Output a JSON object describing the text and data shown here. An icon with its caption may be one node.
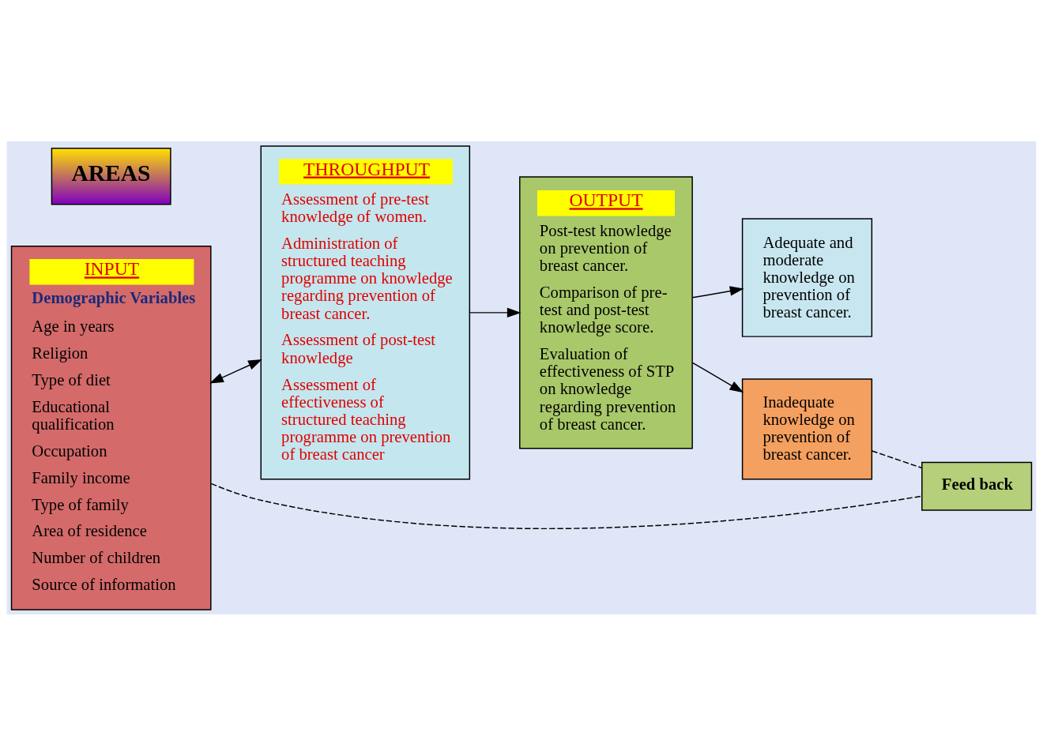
{
  "diagram": {
    "nodes": [
      {
        "text": [
          "INPUT",
          "Demographic Variables",
          "Age in years",
          "Religion",
          "Type of diet",
          "Educational qualification",
          "Occupation",
          "Family income",
          "Type of family",
          "Area of residence",
          "Number of children",
          "Source of information"
        ]
      },
      {
        "text": [
          "THROUGHPUT",
          "Assessment of pre-test knowledge of women.",
          "Administration of structured teaching programme on knowledge regarding prevention of breast cancer.",
          "Assessment of post-test knowledge",
          "Assessment of effectiveness of structured teaching programme on prevention of breast cancer"
        ]
      },
      {
        "text": [
          "OUTPUT",
          "Post-test knowledge on prevention of breast cancer.",
          "Comparison of pre-test and post-test knowledge score.",
          "Evaluation of effectiveness of STP on knowledge regarding prevention of breast cancer."
        ]
      },
      {
        "text": [
          "Adequate and moderate knowledge on prevention of breast cancer."
        ]
      },
      {
        "text": [
          "Inadequate knowledge on prevention of breast cancer."
        ]
      },
      {
        "text": [
          "Feed back"
        ]
      },
      {
        "text": [
          "AREAS"
        ]
      }
    ],
    "edges": [
      {
        "from": 0,
        "to": 1,
        "arrow": "both"
      },
      {
        "from": 1,
        "to": 2,
        "arrow": "to"
      },
      {
        "from": 2,
        "to": 3,
        "arrow": "to"
      },
      {
        "from": 2,
        "to": 4,
        "arrow": "to"
      },
      {
        "from": 0,
        "to": 5,
        "arrow": "none",
        "style": "dashed"
      },
      {
        "from": 4,
        "to": 5,
        "arrow": "none",
        "style": "dashed"
      }
    ]
  }
}
